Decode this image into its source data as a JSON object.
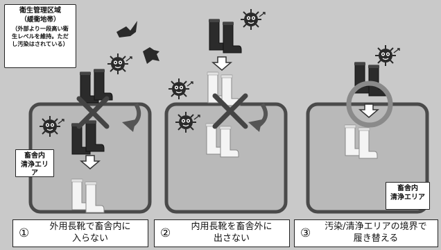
{
  "zone_note": {
    "title": "衛生管理区域",
    "subtitle": "（緩衝地帯）",
    "note_lines": [
      "（外部より一段高い衛",
      "生レベルを維持。ただ",
      "し汚染はされている）"
    ]
  },
  "area_labels": [
    {
      "line1": "畜舎内",
      "line2": "清浄エリア"
    },
    {
      "line1": "畜舎内",
      "line2": "清浄エリア"
    }
  ],
  "captions": [
    {
      "num": "①",
      "line1": "外用長靴で畜舎内に",
      "line2": "入らない"
    },
    {
      "num": "②",
      "line1": "内用長靴を畜舎外に",
      "line2": "出さない"
    },
    {
      "num": "③",
      "line1": "汚染/清浄エリアの境界で",
      "line2": "履き替える"
    }
  ],
  "colors": {
    "background": "#c9c9c9",
    "area_fill": "#b9b9b9",
    "area_border": "#4a4a4a",
    "dark_boot": "#2b2b2b",
    "white_boot": "#f4f4f4",
    "cross": "#444444"
  },
  "icons": [
    "germ-icon",
    "bird-icon",
    "dark-boots-icon",
    "white-boots-icon",
    "cross-icon",
    "down-arrow-icon",
    "curved-arrow-icon",
    "circle-icon"
  ]
}
